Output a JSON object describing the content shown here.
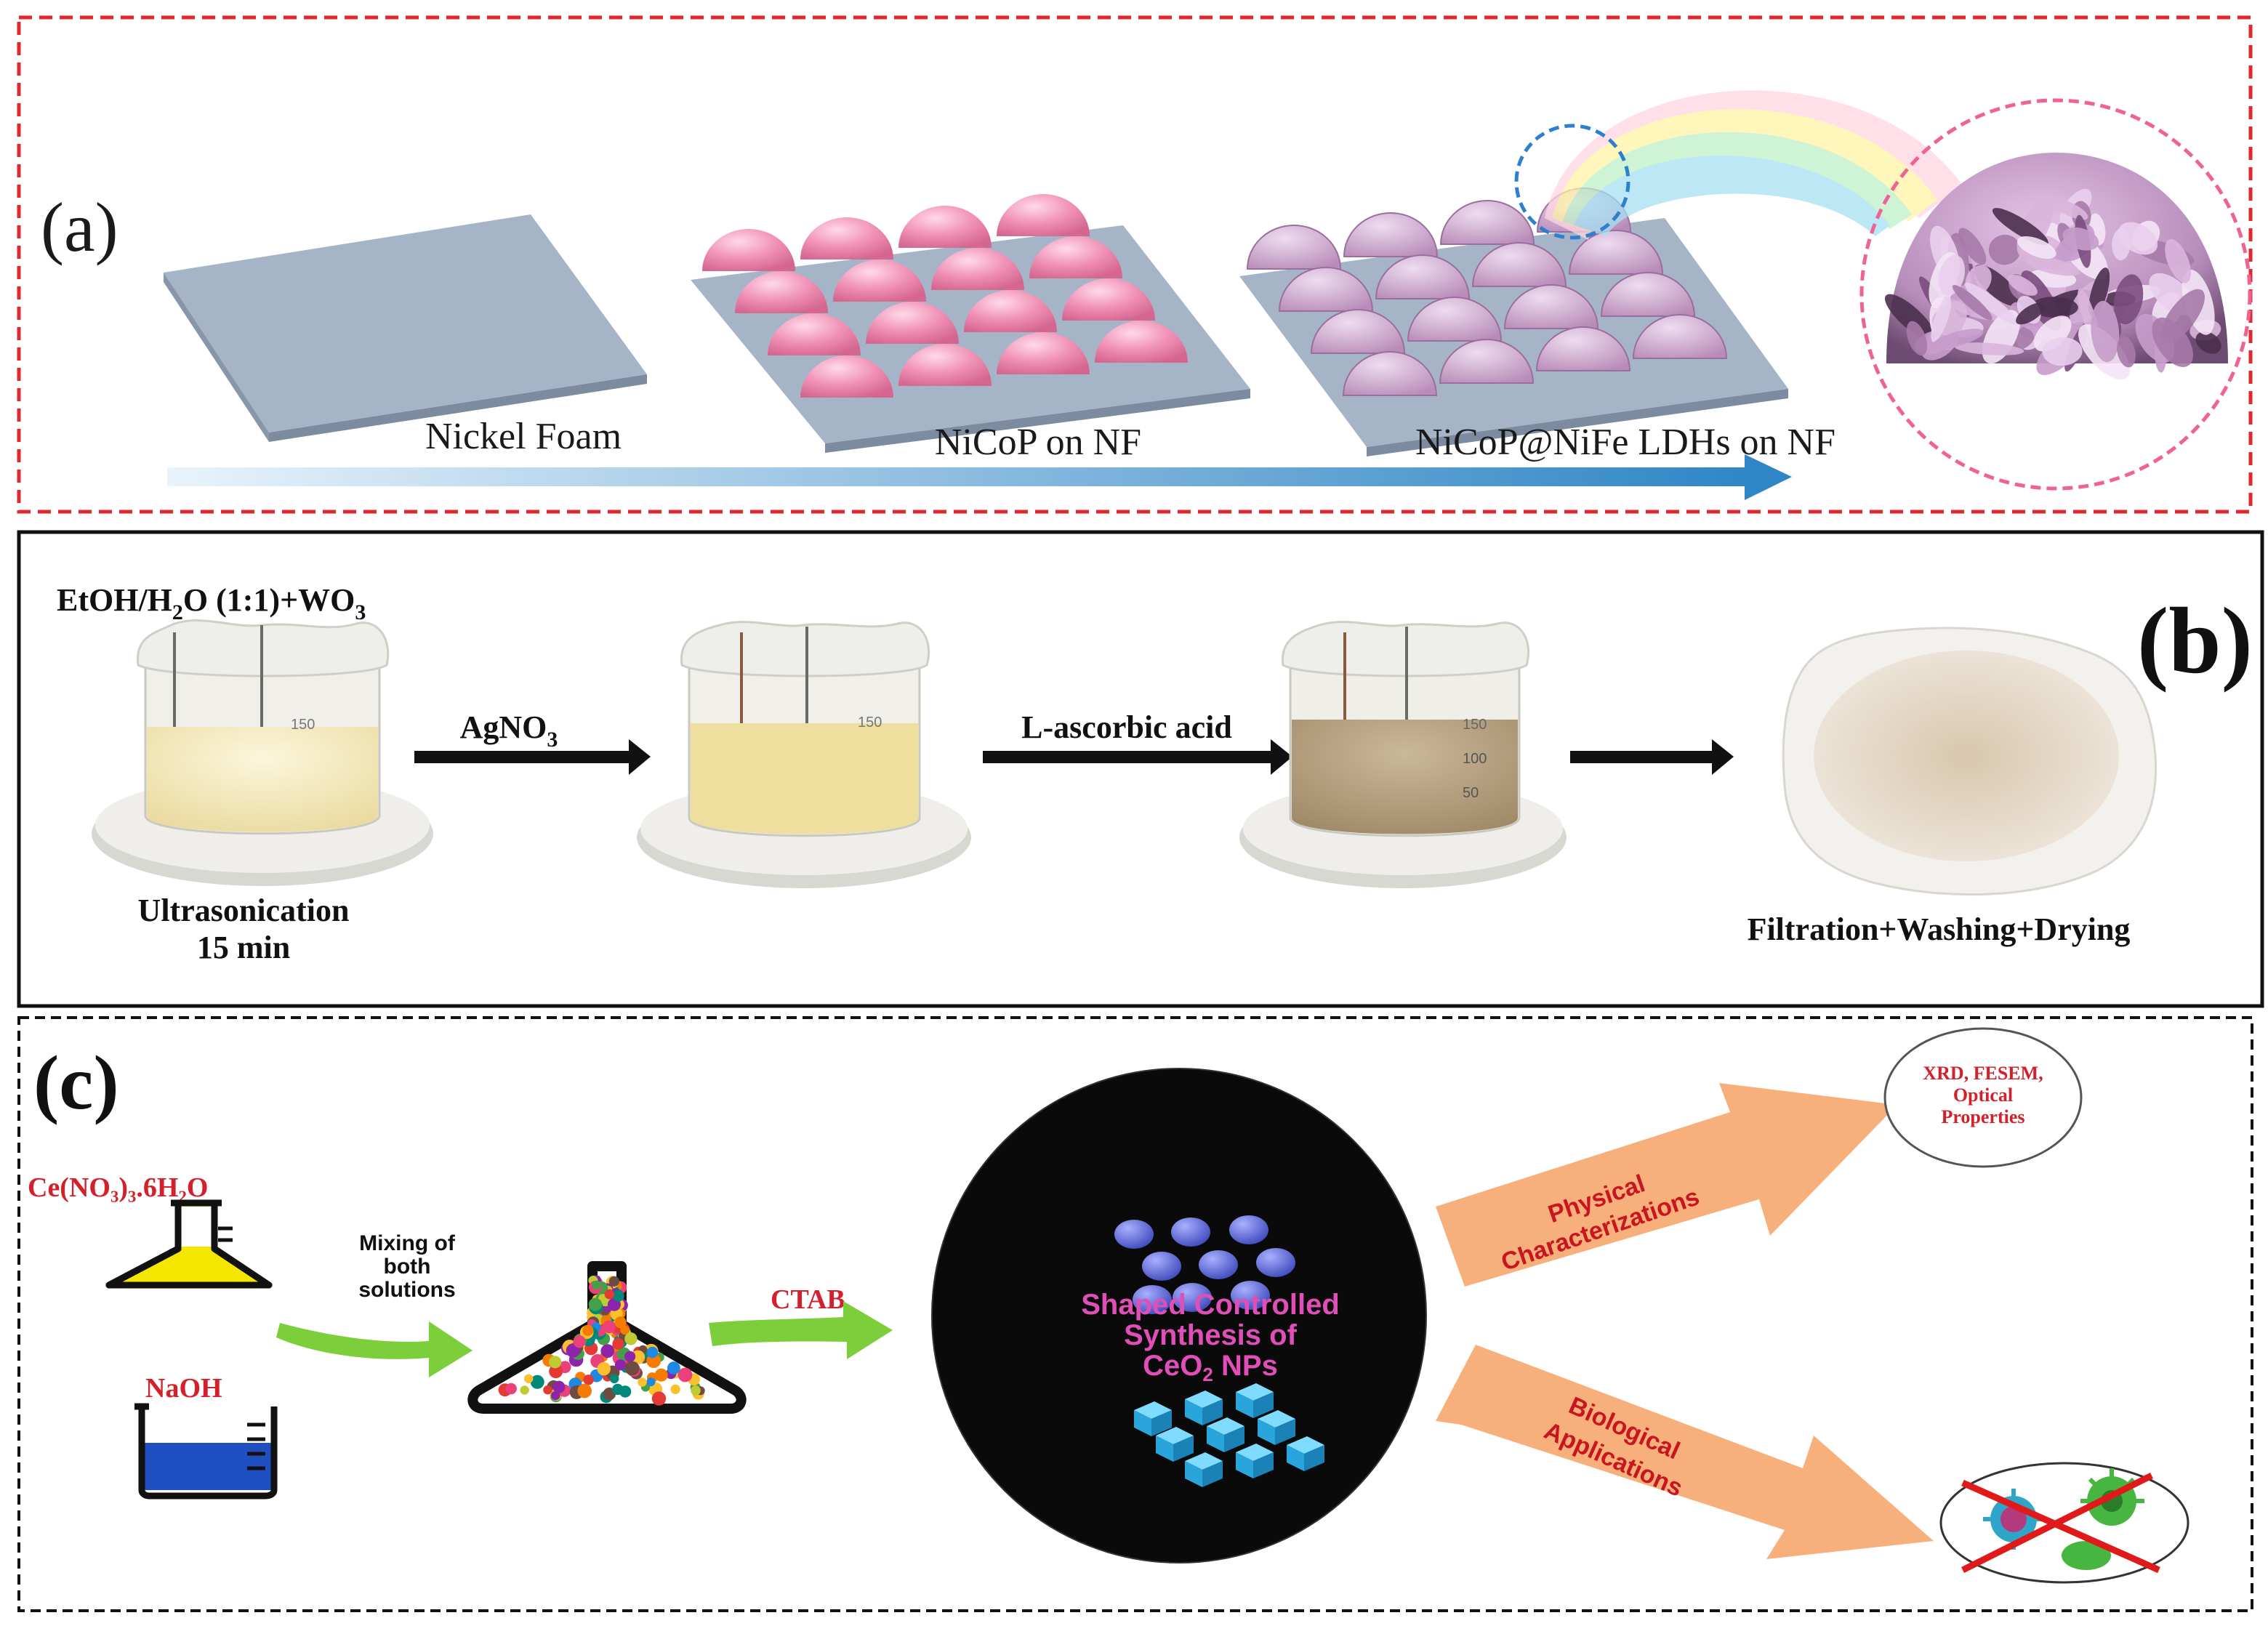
{
  "panel_a": {
    "label": "(a)",
    "stage1": "Nickel Foam",
    "stage2": "NiCoP on NF",
    "stage3": "NiCoP@NiFe LDHs on NF"
  },
  "panel_b": {
    "label": "(b)",
    "solvent_prefix": "EtOH/H",
    "solvent_sub": "2",
    "solvent_mid": "O (1:1)+WO",
    "solvent_sub2": "3",
    "step1_line1": "Ultrasonication",
    "step1_line2": "15 min",
    "reagent1_main": "AgNO",
    "reagent1_sub": "3",
    "reagent2": "L-ascorbic acid",
    "final_step": "Filtration+Washing+Drying",
    "beaker_mark_150": "150",
    "beaker_mark_100": "100",
    "beaker_mark_50": "50"
  },
  "panel_c": {
    "label": "(c)",
    "precursor1": "Ce(NO₃)₃.6H₂O",
    "precursor2": "NaOH",
    "mixing_line1": "Mixing of",
    "mixing_line2": "both",
    "mixing_line3": "solutions",
    "surfactant": "CTAB",
    "center_line1": "Shaped Controlled",
    "center_line2": "Synthesis of",
    "center_line3_main": "CeO",
    "center_line3_sub": "2",
    "center_line3_end": " NPs",
    "arrow_up_line1": "Physical",
    "arrow_up_line2": "Characterizations",
    "arrow_down_line1": "Biological",
    "arrow_down_line2": "Applications",
    "char_line1": "XRD, FESEM,",
    "char_line2": "Optical",
    "char_line3": "Properties"
  },
  "colors": {
    "panel_a_border": "#e0282e",
    "sphere_pink": "#f08fb4",
    "substrate": "#a6b4c8",
    "flow_arrow": "#2f86c6",
    "mix_arrow": "#7ccf3a",
    "orange_arrow": "#f7b07c",
    "red_text": "#d4202a",
    "center_text": "#e04fb8",
    "nano_sphere": "#4b57d0",
    "nano_cube": "#3ab6e6",
    "beaker_blue": "#1f4fc0",
    "flask_yellow": "#f5e600"
  }
}
